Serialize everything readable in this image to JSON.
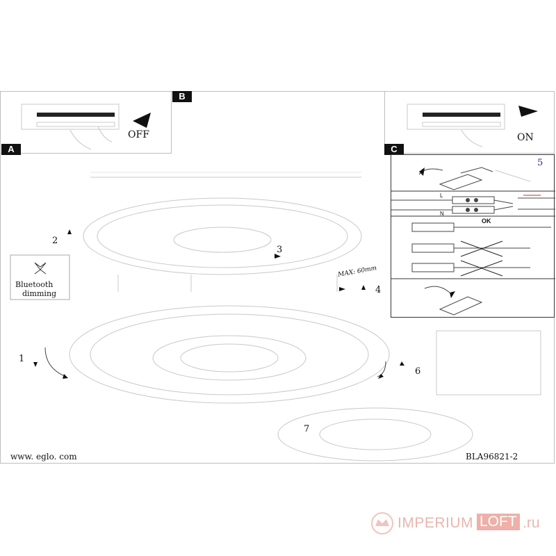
{
  "panels": {
    "a_label": "A",
    "b_label": "B",
    "c_label": "C",
    "b_state": "OFF",
    "on_state": "ON",
    "c_step": "5"
  },
  "steps": [
    "1",
    "2",
    "3",
    "4",
    "6",
    "7"
  ],
  "labels": {
    "max_length": "MAX: 60mm",
    "bluetooth_line1": "Bluetooth",
    "bluetooth_line2": "dimming",
    "wire_L": "L",
    "wire_N": "N",
    "ok": "OK"
  },
  "footer": {
    "website": "www. eglo. com",
    "code": "BLA96821-2"
  },
  "watermark": {
    "brand_left": "IMPERIUM",
    "brand_box": "LOFT",
    "brand_suffix": ".ru",
    "accent_color": "#e8a09a"
  }
}
